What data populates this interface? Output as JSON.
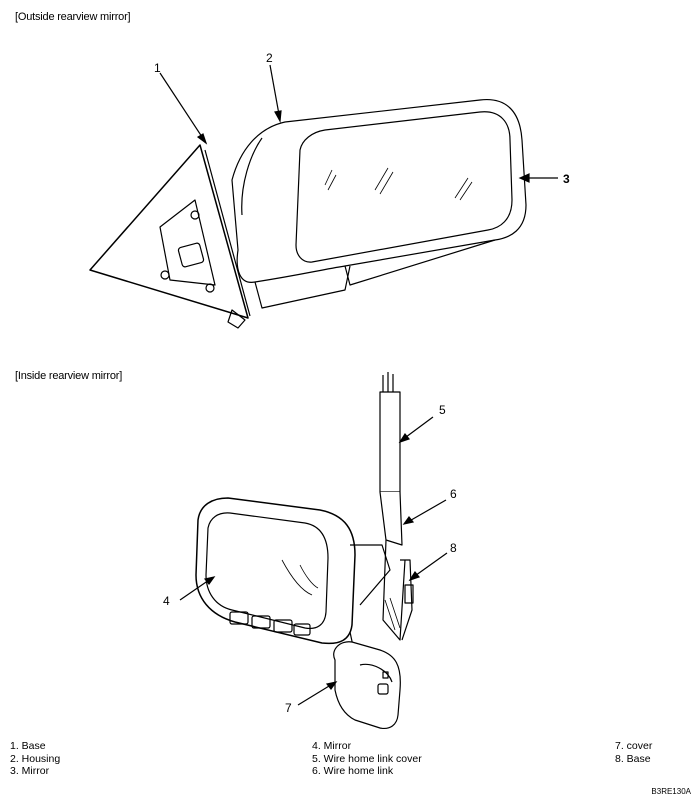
{
  "sections": {
    "outside_title": "[Outside rearview mirror]",
    "inside_title": "[Inside rearview mirror]"
  },
  "callouts": {
    "c1": "1",
    "c2": "2",
    "c3": "3",
    "c4": "4",
    "c5": "5",
    "c6": "6",
    "c7": "7",
    "c8": "8"
  },
  "legend": {
    "col1": [
      "1. Base",
      "2. Housing",
      "3. Mirror"
    ],
    "col2": [
      "4. Mirror",
      "5. Wire home link cover",
      "6. Wire home link"
    ],
    "col3": [
      "7. cover",
      "8. Base"
    ]
  },
  "figure_code": "B3RE130A"
}
